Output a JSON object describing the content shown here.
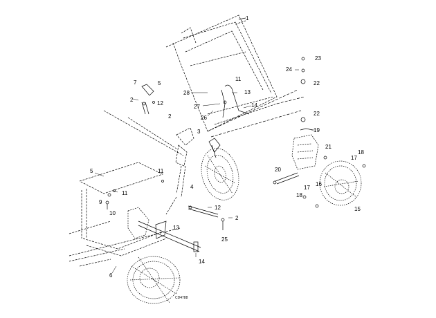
{
  "diagram": {
    "figure_code": "CD4788",
    "callouts": [
      {
        "id": "c1",
        "text": "1"
      },
      {
        "id": "c2",
        "text": "23"
      },
      {
        "id": "c3",
        "text": "24"
      },
      {
        "id": "c4",
        "text": "22"
      },
      {
        "id": "c5",
        "text": "22"
      },
      {
        "id": "c6",
        "text": "19"
      },
      {
        "id": "c7",
        "text": "21"
      },
      {
        "id": "c8",
        "text": "18"
      },
      {
        "id": "c9",
        "text": "17"
      },
      {
        "id": "c10",
        "text": "20"
      },
      {
        "id": "c11",
        "text": "16"
      },
      {
        "id": "c12",
        "text": "17"
      },
      {
        "id": "c13",
        "text": "18"
      },
      {
        "id": "c14",
        "text": "15"
      },
      {
        "id": "c15",
        "text": "7"
      },
      {
        "id": "c16",
        "text": "5"
      },
      {
        "id": "c17",
        "text": "2"
      },
      {
        "id": "c18",
        "text": "12"
      },
      {
        "id": "c19",
        "text": "28"
      },
      {
        "id": "c20",
        "text": "11"
      },
      {
        "id": "c21",
        "text": "13"
      },
      {
        "id": "c22",
        "text": "27"
      },
      {
        "id": "c23",
        "text": "14"
      },
      {
        "id": "c24",
        "text": "26"
      },
      {
        "id": "c25",
        "text": "2"
      },
      {
        "id": "c26",
        "text": "3"
      },
      {
        "id": "c27",
        "text": "5"
      },
      {
        "id": "c28",
        "text": "11"
      },
      {
        "id": "c29",
        "text": "4"
      },
      {
        "id": "c30",
        "text": "11"
      },
      {
        "id": "c31",
        "text": "9"
      },
      {
        "id": "c32",
        "text": "10"
      },
      {
        "id": "c33",
        "text": "12"
      },
      {
        "id": "c34",
        "text": "2"
      },
      {
        "id": "c35",
        "text": "13"
      },
      {
        "id": "c36",
        "text": "25"
      },
      {
        "id": "c37",
        "text": "14"
      },
      {
        "id": "c38",
        "text": "6"
      }
    ]
  },
  "colors": {
    "line": "#000000",
    "background": "#ffffff"
  }
}
